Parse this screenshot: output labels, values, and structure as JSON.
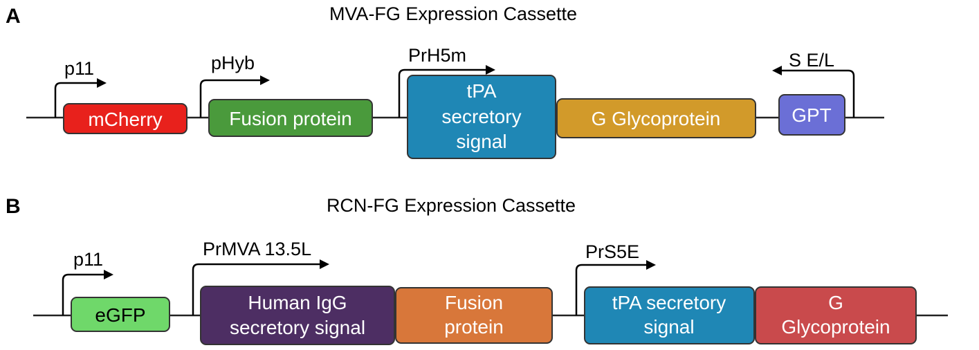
{
  "panels": [
    {
      "letter": "A",
      "title": "MVA-FG Expression Cassette",
      "promoters": [
        {
          "label": "p11",
          "direction": "right"
        },
        {
          "label": "pHyb",
          "direction": "right"
        },
        {
          "label": "PrH5m",
          "direction": "right"
        },
        {
          "label": "S E/L",
          "direction": "left"
        }
      ],
      "genes": [
        {
          "lines": [
            "mCherry"
          ],
          "color": "#e8211c"
        },
        {
          "lines": [
            "Fusion protein"
          ],
          "color": "#4a9a3c"
        },
        {
          "lines": [
            "tPA",
            "secretory",
            "signal"
          ],
          "color": "#1f87b5"
        },
        {
          "lines": [
            "G Glycoprotein"
          ],
          "color": "#d29a2a"
        },
        {
          "lines": [
            "GPT"
          ],
          "color": "#6b6fd6"
        }
      ]
    },
    {
      "letter": "B",
      "title": "RCN-FG Expression Cassette",
      "promoters": [
        {
          "label": "p11",
          "direction": "right"
        },
        {
          "label": "PrMVA 13.5L",
          "direction": "right"
        },
        {
          "label": "PrS5E",
          "direction": "right"
        }
      ],
      "genes": [
        {
          "lines": [
            "eGFP"
          ],
          "color": "#6fd86a"
        },
        {
          "lines": [
            "Human IgG",
            "secretory signal"
          ],
          "color": "#4d2e63"
        },
        {
          "lines": [
            "Fusion",
            "protein"
          ],
          "color": "#d8773a"
        },
        {
          "lines": [
            "tPA secretory",
            "signal"
          ],
          "color": "#1f87b5"
        },
        {
          "lines": [
            "G",
            "Glycoprotein"
          ],
          "color": "#c94a4c"
        }
      ]
    }
  ]
}
